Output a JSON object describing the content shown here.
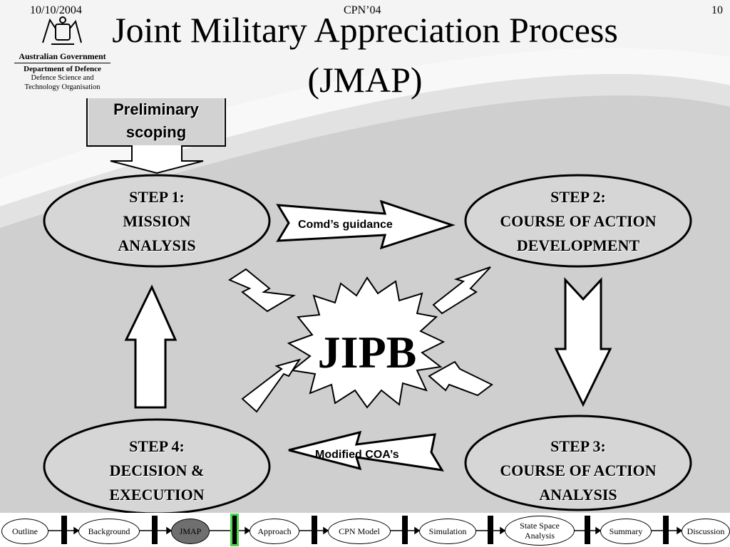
{
  "header": {
    "date": "10/10/2004",
    "conference": "CPN’04",
    "page_number": "10"
  },
  "title": {
    "line1": "Joint Military Appreciation Process",
    "line2": "(JMAP)"
  },
  "logo": {
    "government": "Australian Government",
    "department": "Department of Defence",
    "organisation_line1": "Defence Science and",
    "organisation_line2": "Technology Organisation"
  },
  "diagram": {
    "preliminary": {
      "line1": "Preliminary",
      "line2": "scoping"
    },
    "step1": {
      "line1": "STEP 1:",
      "line2": "MISSION",
      "line3": "ANALYSIS"
    },
    "step2": {
      "line1": "STEP 2:",
      "line2": "COURSE OF ACTION",
      "line3": "DEVELOPMENT"
    },
    "step3": {
      "line1": "STEP 3:",
      "line2": "COURSE OF ACTION",
      "line3": "ANALYSIS"
    },
    "step4": {
      "line1": "STEP 4:",
      "line2": "DECISION &",
      "line3": "EXECUTION"
    },
    "arrow_top_label": "Comd’s guidance",
    "arrow_bottom_label": "Modified COA’s",
    "center": "JIPB"
  },
  "nav": {
    "items": [
      "Outline",
      "Background",
      "JMAP",
      "Approach",
      "CPN Model",
      "Simulation",
      "State Space Analysis",
      "Summary",
      "Discussion"
    ],
    "active_item": "JMAP"
  }
}
